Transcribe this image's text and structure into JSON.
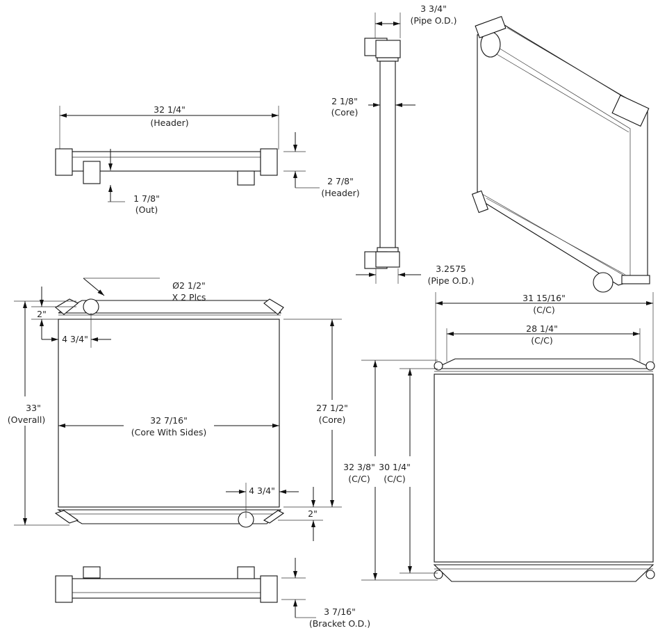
{
  "drawing": {
    "top_view": {
      "width": {
        "value": "32 1/4\"",
        "note": "(Header)"
      },
      "outlet": {
        "value": "1 7/8\"",
        "note": "(Out)"
      },
      "header": {
        "value": "2 7/8\"",
        "note": "(Header)"
      }
    },
    "side_view": {
      "pipe_top": {
        "value": "3 3/4\"",
        "note": "(Pipe O.D.)"
      },
      "core": {
        "value": "2 1/8\"",
        "note": "(Core)"
      },
      "pipe_bottom": {
        "value": "3.2575",
        "note": "(Pipe O.D.)"
      }
    },
    "front_view": {
      "pipe_dia": {
        "value": "Ø2 1/2\"",
        "note": "X 2 Plcs"
      },
      "top_offset": {
        "value": "2\""
      },
      "top_pipe_offset": {
        "value": "4 3/4\""
      },
      "overall": {
        "value": "33\"",
        "note": "(Overall)"
      },
      "core_width": {
        "value": "32 7/16\"",
        "note": "(Core With Sides)"
      },
      "core_height": {
        "value": "27 1/2\"",
        "note": "(Core)"
      },
      "bottom_pipe_offset": {
        "value": "4 3/4\""
      },
      "bottom_offset": {
        "value": "2\""
      }
    },
    "rear_view": {
      "outer_cc": {
        "value": "31 15/16\"",
        "note": "(C/C)"
      },
      "inner_cc": {
        "value": "28 1/4\"",
        "note": "(C/C)"
      },
      "height_outer": {
        "value": "32 3/8\"",
        "note": "(C/C)"
      },
      "height_inner": {
        "value": "30 1/4\"",
        "note": "(C/C)"
      }
    },
    "bottom_view": {
      "bracket": {
        "value": "3 7/16\"",
        "note": "(Bracket O.D.)"
      }
    }
  }
}
